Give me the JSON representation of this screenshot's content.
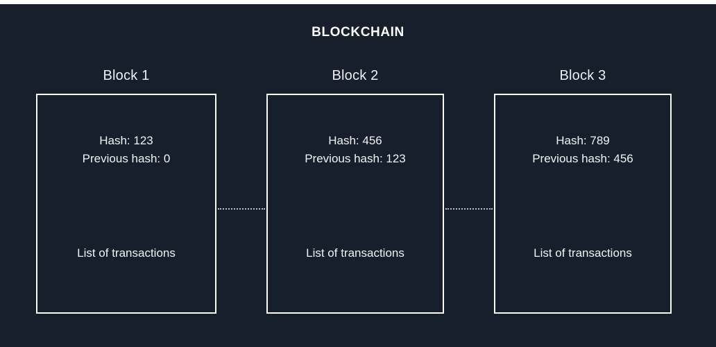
{
  "diagram": {
    "title": "BLOCKCHAIN",
    "background_color": "#161f2b",
    "border_color": "#ffffff",
    "text_color": "#f2f4f7",
    "connector_color": "#b9c3cf",
    "blocks": [
      {
        "label": "Block 1",
        "hash_line": "Hash: 123",
        "previous_hash_line": "Previous hash: 0",
        "transactions_line": "List of transactions"
      },
      {
        "label": "Block 2",
        "hash_line": "Hash: 456",
        "previous_hash_line": "Previous hash: 123",
        "transactions_line": "List of transactions"
      },
      {
        "label": "Block 3",
        "hash_line": "Hash: 789",
        "previous_hash_line": "Previous hash: 456",
        "transactions_line": "List of transactions"
      }
    ],
    "connectors": [
      {
        "from": "Block 1",
        "to": "Block 2",
        "style": "dotted"
      },
      {
        "from": "Block 2",
        "to": "Block 3",
        "style": "dotted"
      }
    ]
  }
}
